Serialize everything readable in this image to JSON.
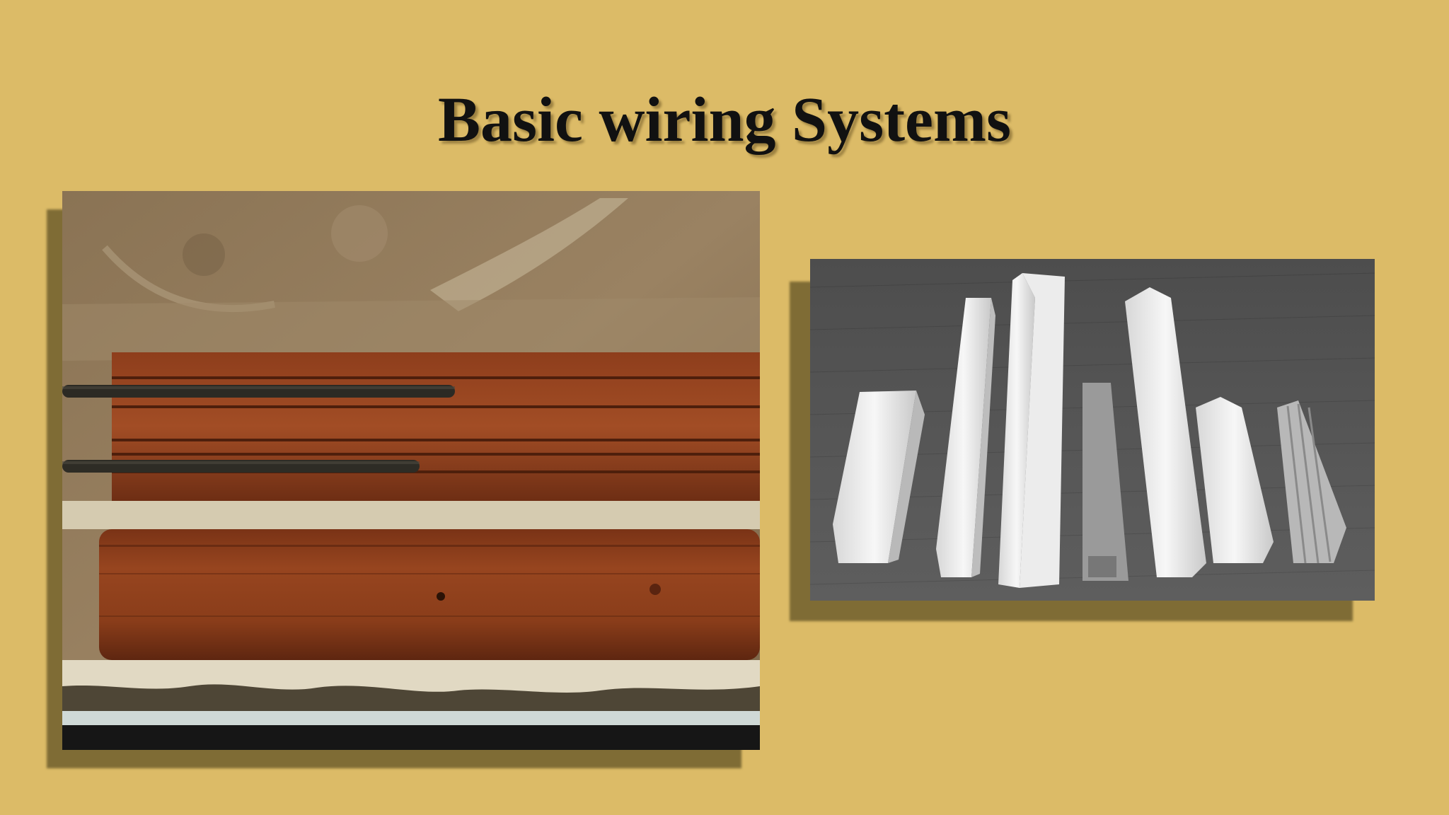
{
  "slide": {
    "title": "Basic wiring Systems"
  },
  "images": [
    {
      "name": "wooden-casing-capping-photo",
      "subject": "wooden casing and capping with wires"
    },
    {
      "name": "pvc-conduit-channels-photo",
      "subject": "white PVC wiring channels and trunking"
    }
  ],
  "colors": {
    "background": "#dcbb67",
    "title": "#111111",
    "shadow": "#7f6c35"
  }
}
